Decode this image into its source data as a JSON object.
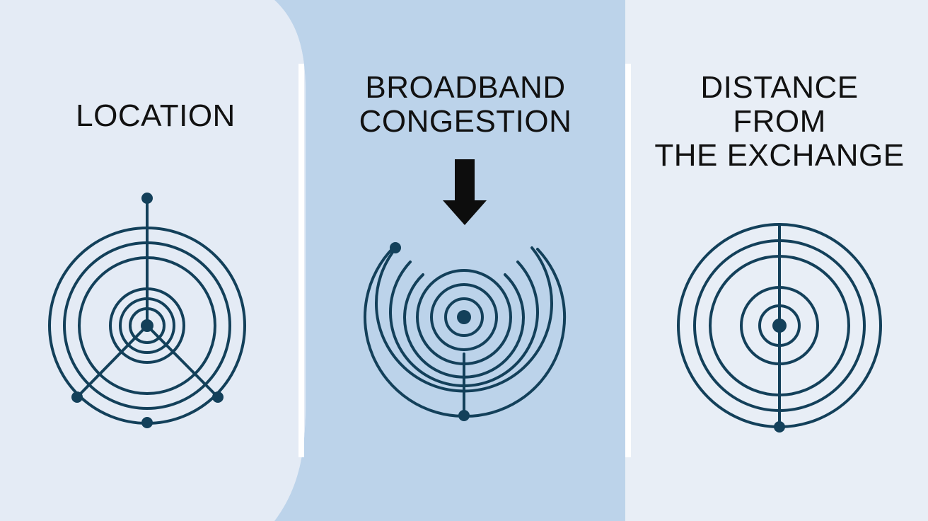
{
  "panels": [
    {
      "id": "location",
      "title_lines": [
        "LOCATION"
      ],
      "icon": "concentric-rings-with-spokes-icon"
    },
    {
      "id": "broadband-congestion",
      "title_lines": [
        "BROADBAND",
        "CONGESTION"
      ],
      "icon": "open-concentric-arcs-icon",
      "pointer": "down-arrow-icon"
    },
    {
      "id": "distance-from-exchange",
      "title_lines": [
        "DISTANCE",
        "FROM",
        "THE EXCHANGE"
      ],
      "icon": "concentric-rings-with-axis-icon"
    }
  ],
  "colors": {
    "background": "#e6edf6",
    "middle_panel": "#bcd3ea",
    "divider": "#ffffff",
    "stroke": "#13405a",
    "text": "#111111"
  }
}
